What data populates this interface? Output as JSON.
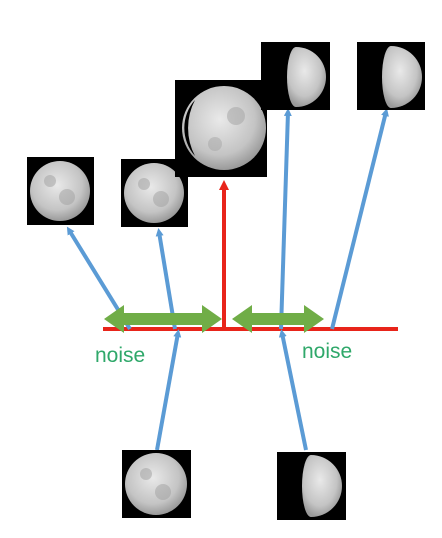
{
  "labels": {
    "noise_left": "noise",
    "noise_right": "noise"
  },
  "colors": {
    "blue_arrow": "#5b9bd5",
    "red_line": "#e8241a",
    "green_arrow": "#70ad47",
    "noise_text": "#2fa86a",
    "tile_bg": "#000000"
  },
  "moon_phases": {
    "input_left": "full",
    "input_right": "last-quarter",
    "output_1": "full",
    "output_2": "full",
    "output_center": "gibbous",
    "output_4": "last-quarter",
    "output_5": "last-quarter"
  }
}
